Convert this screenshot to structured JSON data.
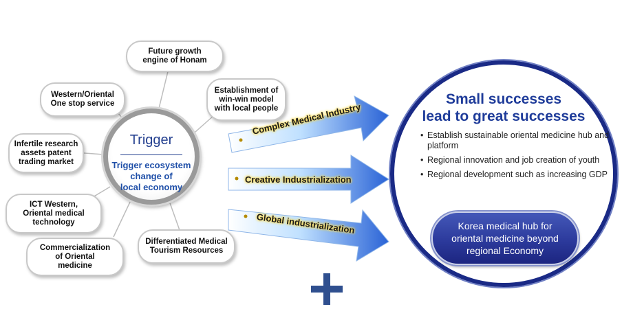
{
  "hub": {
    "title": "Trigger",
    "subtitle": "Trigger ecosystem\nchange of\nlocal economy"
  },
  "satellites": [
    {
      "id": "future",
      "label": "Future growth\nengine of Honam"
    },
    {
      "id": "onestop",
      "label": "Western/Oriental\nOne stop service"
    },
    {
      "id": "winwin",
      "label": "Establishment of\nwin-win model\nwith local people"
    },
    {
      "id": "infertile",
      "label": "Infertile research\nassets patent\ntrading market"
    },
    {
      "id": "ict",
      "label": "ICT Western,\nOriental medical\ntechnology"
    },
    {
      "id": "commercial",
      "label": "Commercialization\nof Oriental\nmedicine"
    },
    {
      "id": "tourism",
      "label": "Differentiated Medical\nTourism Resources"
    }
  ],
  "arrows": [
    {
      "label": "Complex Medical Industry"
    },
    {
      "label": "Creative Industrialization"
    },
    {
      "label": "Global industrialization"
    }
  ],
  "result": {
    "title": "Small successes\nlead to great successes",
    "bullets": [
      "Establish sustainable oriental medicine hub and platform",
      "Regional innovation and job creation of youth",
      "Regional development such as increasing GDP"
    ],
    "hub_label": "Korea medical hub for\noriental medicine beyond\nregional Economy"
  },
  "colors": {
    "arrow_light": "#dff1ff",
    "arrow_dark": "#2a63d6",
    "title_blue": "#1f3c9a",
    "oval_blue": "#2c3a9c",
    "plus": "#2f4f8f"
  }
}
